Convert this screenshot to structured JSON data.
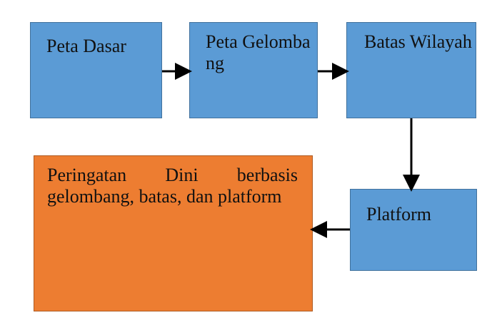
{
  "diagram": {
    "nodes": [
      {
        "id": "peta-dasar",
        "label": "Peta Dasar",
        "fill": "#5b9bd5"
      },
      {
        "id": "peta-gelombang",
        "label": "Peta Gelombang",
        "fill": "#5b9bd5"
      },
      {
        "id": "batas-wilayah",
        "label": "Batas Wilayah",
        "fill": "#5b9bd5"
      },
      {
        "id": "platform",
        "label": "Platform",
        "fill": "#5b9bd5"
      },
      {
        "id": "peringatan",
        "label": "Peringatan Dini berbasis gelombang, batas, dan platform",
        "fill": "#ed7d31"
      }
    ],
    "edges": [
      {
        "from": "peta-dasar",
        "to": "peta-gelombang"
      },
      {
        "from": "peta-gelombang",
        "to": "batas-wilayah"
      },
      {
        "from": "batas-wilayah",
        "to": "platform"
      },
      {
        "from": "platform",
        "to": "peringatan"
      }
    ],
    "colors": {
      "node_blue": "#5b9bd5",
      "node_orange": "#ed7d31",
      "arrow": "#000000"
    }
  }
}
